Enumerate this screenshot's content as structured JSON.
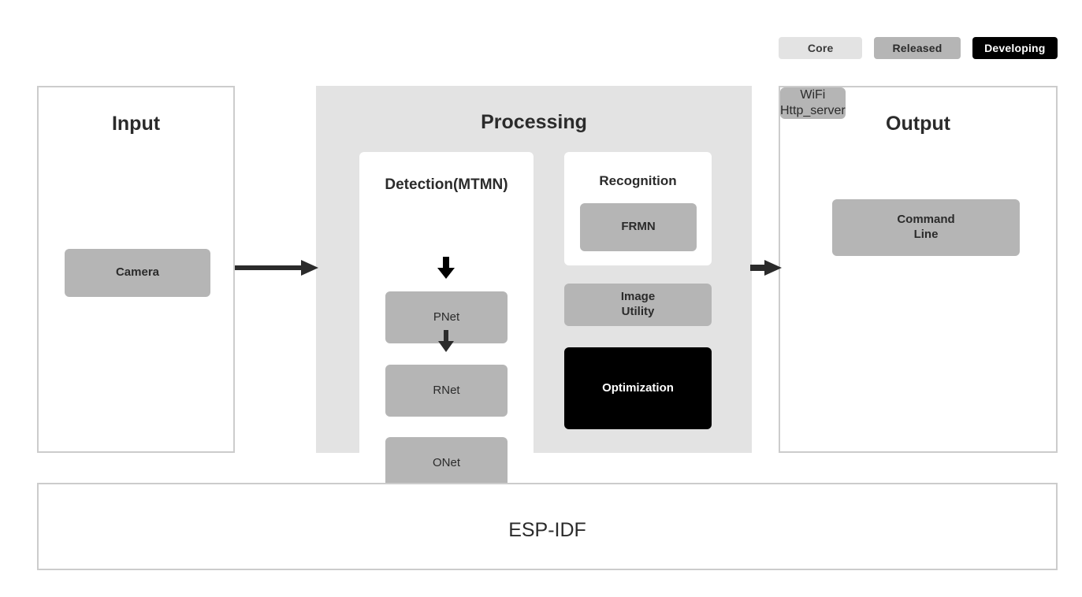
{
  "legend": {
    "items": [
      {
        "label": "Core",
        "color": "#e3e3e3"
      },
      {
        "label": "Released",
        "color": "#b5b5b5"
      },
      {
        "label": "Developing",
        "color": "#000000"
      }
    ]
  },
  "panels": {
    "input": {
      "title": "Input",
      "blocks": [
        {
          "label": "Camera",
          "status": "Released"
        }
      ]
    },
    "processing": {
      "title": "Processing",
      "detection": {
        "title": "Detection(MTMN)",
        "blocks": [
          {
            "label": "PNet",
            "status": "Released"
          },
          {
            "label": "RNet",
            "status": "Released"
          },
          {
            "label": "ONet",
            "status": "Released"
          }
        ]
      },
      "recognition": {
        "title": "Recognition",
        "blocks": [
          {
            "label": "FRMN",
            "status": "Released"
          }
        ]
      },
      "blocks": [
        {
          "label": "Image\nUtility",
          "status": "Released"
        },
        {
          "label": "Optimization",
          "status": "Developing"
        }
      ]
    },
    "output": {
      "title": "Output",
      "blocks": [
        {
          "label": "Command\nLine",
          "status": "Released"
        },
        {
          "label": "WiFi\nHttp_server",
          "status": "Released"
        }
      ]
    },
    "framework": {
      "title": "ESP-IDF",
      "status": "Core"
    }
  },
  "arrows": [
    {
      "name": "input-to-processing",
      "direction": "right"
    },
    {
      "name": "processing-to-output",
      "direction": "right"
    },
    {
      "name": "pnet-to-rnet",
      "direction": "down"
    },
    {
      "name": "rnet-to-onet",
      "direction": "down"
    }
  ],
  "colors": {
    "core": "#e3e3e3",
    "released": "#b5b5b5",
    "developing": "#000000",
    "panel_border": "#cccccc",
    "text": "#2b2b2b",
    "arrow": "#2b2b2b",
    "background": "#ffffff"
  }
}
